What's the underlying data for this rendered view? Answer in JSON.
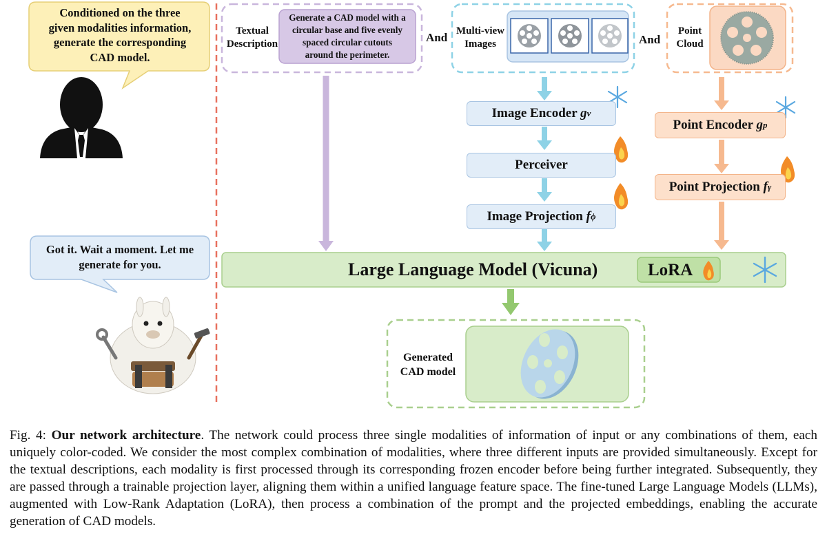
{
  "user_bubble": {
    "lines": [
      "Conditioned on the three",
      "given modalities information,",
      "generate the corresponding",
      "CAD model."
    ]
  },
  "assistant_bubble": {
    "lines": [
      "Got it. Wait a moment. Let me",
      "generate for you."
    ]
  },
  "inputs": {
    "text": {
      "label_lines": [
        "Textual",
        "Description"
      ],
      "prompt_lines": [
        "Generate a CAD model with a",
        "circular base and five evenly",
        "spaced circular cutouts",
        "around the perimeter."
      ]
    },
    "and_1": "And",
    "multiview": {
      "label_lines": [
        "Multi-view",
        "Images"
      ]
    },
    "and_2": "And",
    "point_cloud": {
      "label_lines": [
        "Point",
        "Cloud"
      ]
    }
  },
  "modules": {
    "image_encoder": {
      "label": "Image Encoder ",
      "var": "g",
      "sub": "v"
    },
    "perceiver": {
      "label": "Perceiver"
    },
    "image_projection": {
      "label": "Image Projection ",
      "var": "f",
      "sub": "ϕ"
    },
    "point_encoder": {
      "label": "Point Encoder ",
      "var": "g",
      "sub": "p"
    },
    "point_projection": {
      "label": "Point Projection ",
      "var": "f",
      "sub": "γ"
    },
    "llm": {
      "label": "Large Language Model (Vicuna)"
    },
    "lora": {
      "label": "LoRA"
    }
  },
  "output": {
    "label_lines": [
      "Generated",
      "CAD model"
    ]
  },
  "colors": {
    "text_modality": "#c9b6dc",
    "image_modality": "#8ed2e6",
    "point_modality": "#f6b98f",
    "llm": "#d8ecc9",
    "divider": "#e8705f"
  },
  "caption": {
    "fig_label": "Fig. 4: ",
    "bold_title": "Our network architecture",
    "body": ". The network could process three single modalities of information of input or any combinations of them, each uniquely color-coded. We consider the most complex combination of modalities, where three different inputs are provided simultaneously. Except for the textual descriptions, each modality is first processed through its corresponding frozen encoder before being further integrated. Subsequently, they are passed through a trainable projection layer, aligning them within a unified language feature space. The fine-tuned Large Language Models (LLMs), augmented with Low-Rank Adaptation (LoRA), then process a combination of the prompt and the projected embeddings, enabling the accurate generation of CAD models."
  }
}
